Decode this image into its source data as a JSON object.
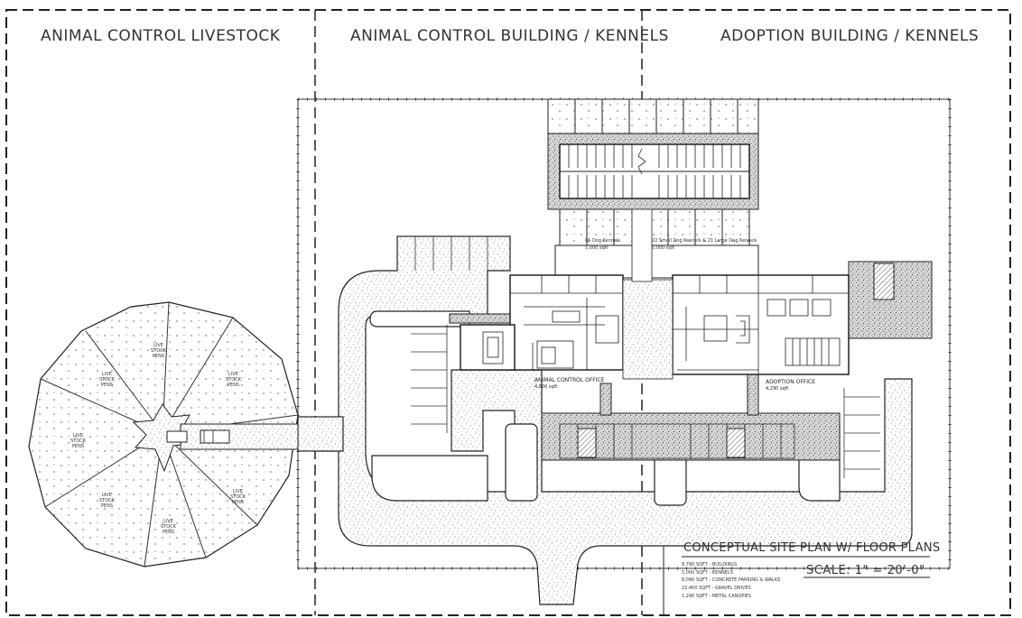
{
  "sections": {
    "livestock": "ANIMAL CONTROL LIVESTOCK",
    "animal_control": "ANIMAL CONTROL BUILDING / KENNELS",
    "adoption": "ADOPTION BUILDING / KENNELS"
  },
  "livestock_pen_label": "LIVE\nSTOCK\nPENS",
  "kennel_labels": {
    "left": "65 Dog Kennels",
    "left_area": "5,000 sqft",
    "right": "22 Small Dog Kennels & 21 Large Dog Kennels",
    "right_area": "5,000 sqft"
  },
  "offices": {
    "animal_control": "ANIMAL CONTROL OFFICE",
    "animal_control_area": "4,500 sqft",
    "adoption": "ADOPTION OFFICE",
    "adoption_area": "4,290 sqft"
  },
  "title_block": {
    "title": "CONCEPTUAL SITE PLAN W/ FLOOR PLANS",
    "scale": "SCALE: 1\" = 20'-0\"",
    "summary": [
      "8,790  SQFT - BUILDINGS",
      "5,000  SQFT - KENNELS",
      "8,090  SQFT - CONCRETE PARKING & WALKS",
      "22,400 SQFT - GRAVEL DRIVES",
      "1,290  SQFT - METAL CANOPIES"
    ]
  }
}
